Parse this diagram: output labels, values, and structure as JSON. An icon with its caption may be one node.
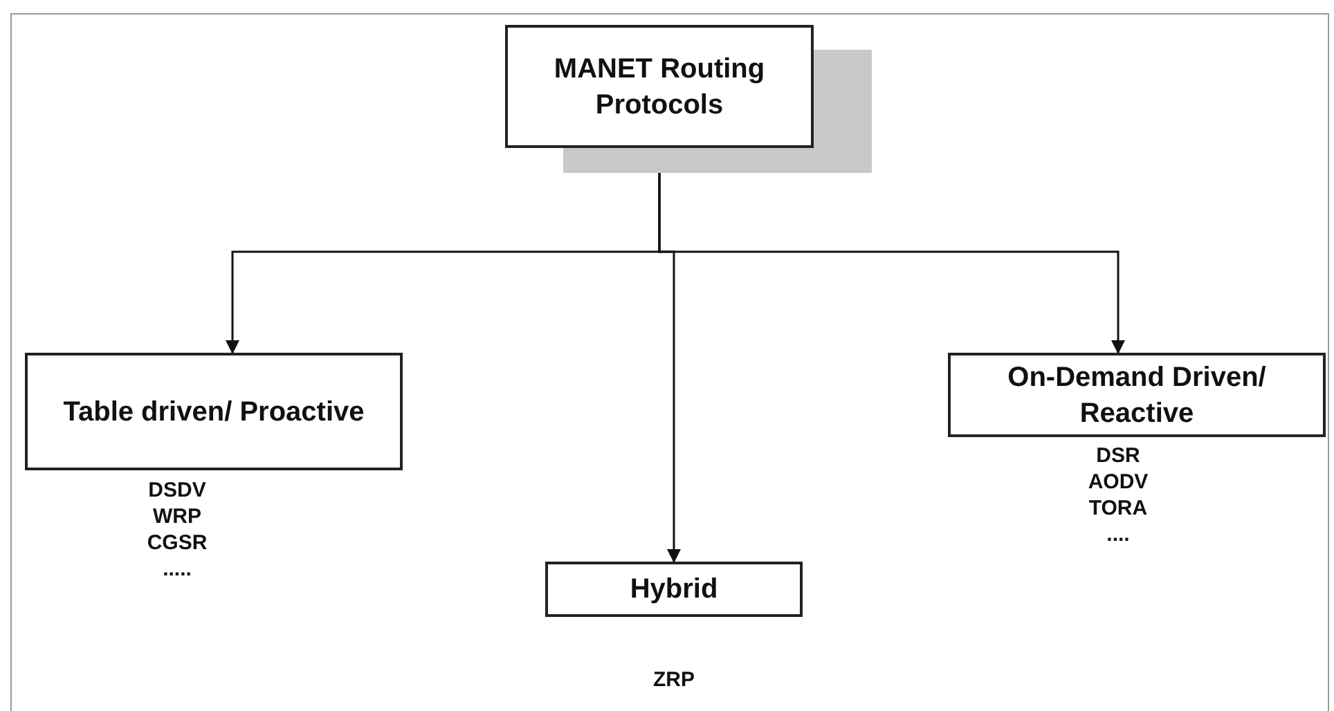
{
  "diagram": {
    "nodes": [
      {
        "text": [
          "MANET Routing Protocols"
        ]
      },
      {
        "text": [
          "Table driven/ Proactive"
        ],
        "beside": [
          "DSDV",
          "WRP",
          "CGSR",
          "....."
        ]
      },
      {
        "text": [
          "Hybrid"
        ],
        "beside": [
          "ZRP"
        ]
      },
      {
        "text": [
          "On-Demand Driven/ Reactive"
        ],
        "beside": [
          "DSR",
          "AODV",
          "TORA",
          "...."
        ]
      }
    ],
    "edges": [
      {
        "from": 0,
        "to": 1,
        "arrow": "to"
      },
      {
        "from": 0,
        "to": 2,
        "arrow": "to"
      },
      {
        "from": 0,
        "to": 3,
        "arrow": "to"
      }
    ]
  }
}
